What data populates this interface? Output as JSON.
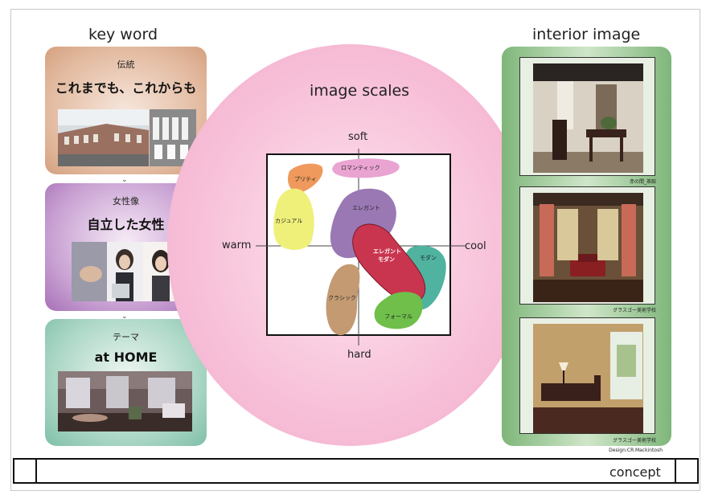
{
  "left": {
    "title": "key word",
    "cards": [
      {
        "category": "伝統",
        "headline": "これまでも、これからも"
      },
      {
        "category": "女性像",
        "headline": "自立した女性"
      },
      {
        "category": "テーマ",
        "headline": "at HOME"
      }
    ],
    "chevron": "⌄"
  },
  "center": {
    "title": "image scales",
    "axes": {
      "top": "soft",
      "bottom": "hard",
      "left": "warm",
      "right": "cool"
    },
    "regions": [
      {
        "label": "ロマンティック",
        "color": "#eaa4d2"
      },
      {
        "label": "プリティ",
        "color": "#ef9a5c"
      },
      {
        "label": "カジュアル",
        "color": "#eef07a"
      },
      {
        "label": "エレガント",
        "color": "#9a78b4"
      },
      {
        "label": "エレガント\nモダン",
        "color": "#c9354f"
      },
      {
        "label": "モダン",
        "color": "#4fb3a0"
      },
      {
        "label": "クラシック",
        "color": "#c49a72"
      },
      {
        "label": "フォーマル",
        "color": "#6fbf4a"
      }
    ]
  },
  "right": {
    "title": "interior image",
    "captions": [
      "赤の間_茶館",
      "グラスゴー美術学校",
      "グラスゴー美術学校"
    ],
    "credit": "Design:CR.Mackintosh"
  },
  "footer": {
    "concept": "concept"
  }
}
